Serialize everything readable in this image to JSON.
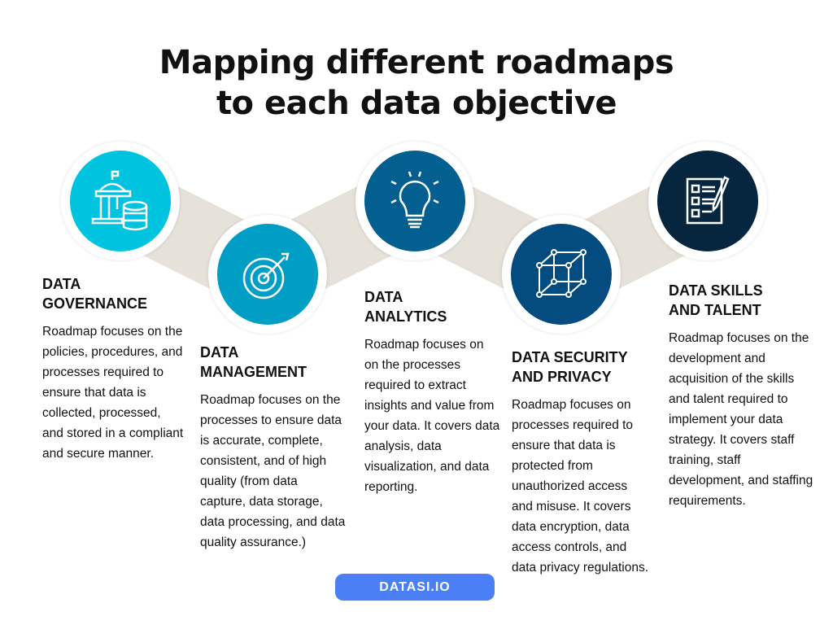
{
  "title_line1": "Mapping different roadmaps",
  "title_line2": "to each data objective",
  "colors": {
    "band": "#e6e1d9",
    "c1": "#00c4df",
    "c2": "#009ec4",
    "c3": "#045f91",
    "c4": "#044b7f",
    "c5": "#06263f",
    "badge": "#4a7ff5"
  },
  "objectives": [
    {
      "title1": "DATA",
      "title2": "GOVERNANCE",
      "icon": "government-database-icon",
      "body": "Roadmap focuses on the policies, procedures, and processes required to ensure that data is collected, processed, and stored in a compliant and secure manner."
    },
    {
      "title1": "DATA",
      "title2": "MANAGEMENT",
      "icon": "target-icon",
      "body": "Roadmap focuses on the processes to ensure data is accurate, complete, consistent, and of high quality (from data capture, data storage, data processing, and data quality assurance.)"
    },
    {
      "title1": "DATA",
      "title2": "ANALYTICS",
      "icon": "lightbulb-icon",
      "body": "Roadmap focuses on on the processes required to extract insights and value from your data. It covers data analysis, data visualization, and data reporting."
    },
    {
      "title1": "DATA SECURITY",
      "title2": "AND PRIVACY",
      "icon": "cube-network-icon",
      "body": "Roadmap focuses on processes required to ensure that data is protected from unauthorized access and misuse. It covers data encryption, data access controls, and data privacy regulations."
    },
    {
      "title1": "DATA SKILLS",
      "title2": "AND TALENT",
      "icon": "checklist-icon",
      "body": "Roadmap focuses on the development and acquisition of the skills and talent required to implement your data strategy. It covers staff training, staff development, and staffing requirements."
    }
  ],
  "badge": "DATASI.IO"
}
